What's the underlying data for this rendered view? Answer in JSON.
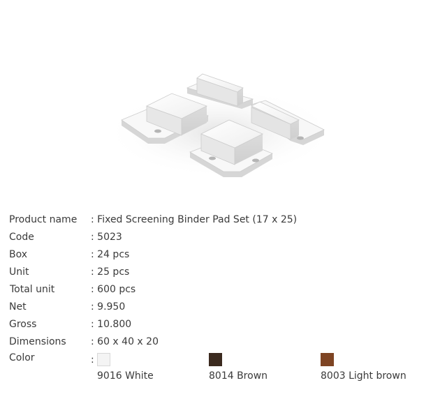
{
  "product": {
    "image_alt_icon": "binder-pad-set-product-image",
    "specs": [
      {
        "label": "Product name",
        "value": ": Fixed Screening Binder Pad Set (17 x 25)"
      },
      {
        "label": "Code",
        "value": ": 5023"
      },
      {
        "label": "Box",
        "value": ": 24 pcs"
      },
      {
        "label": "Unit",
        "value": ": 25 pcs"
      },
      {
        "label": "Total unit",
        "value": ": 600 pcs"
      },
      {
        "label": "Net",
        "value": ": 9.950"
      },
      {
        "label": "Gross",
        "value": ": 10.800"
      },
      {
        "label": "Dimensions",
        "value": ": 60 x 40 x 20"
      }
    ],
    "color": {
      "label": "Color",
      "colon": ":",
      "options": [
        {
          "name": "9016 White",
          "hex": "#f4f4f4"
        },
        {
          "name": "8014 Brown",
          "hex": "#3b2a1f"
        },
        {
          "name": "8003 Light brown",
          "hex": "#7e4423"
        }
      ]
    }
  }
}
